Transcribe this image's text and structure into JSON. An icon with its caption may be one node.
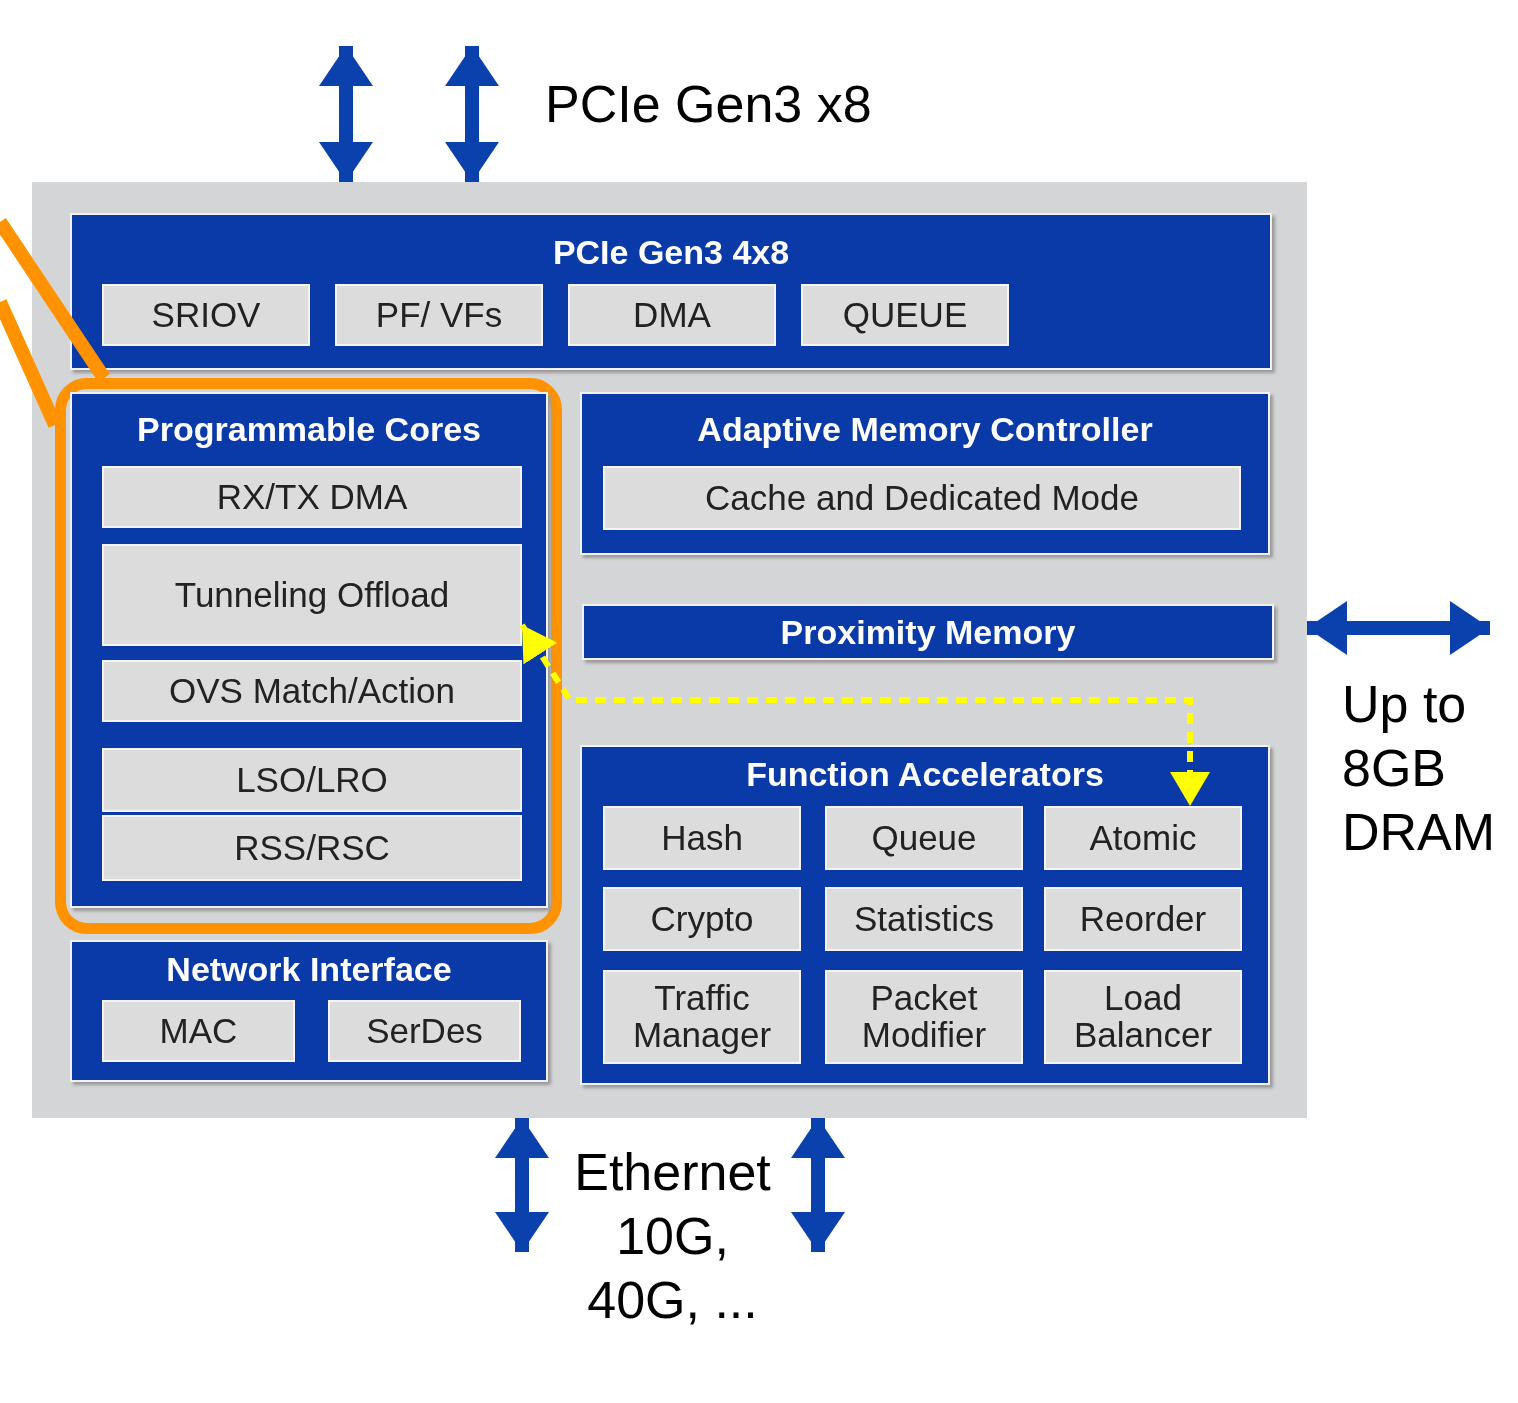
{
  "diagram": {
    "nodes": [
      {
        "text": [],
        "shape": "box"
      },
      {
        "text": [
          "PCIe Gen3 4x8"
        ],
        "in": 0
      },
      {
        "text": [
          "SRIOV"
        ],
        "in": 1
      },
      {
        "text": [
          "PF/ VFs"
        ],
        "in": 1
      },
      {
        "text": [
          "DMA"
        ],
        "in": 1
      },
      {
        "text": [
          "QUEUE"
        ],
        "in": 1
      },
      {
        "text": [],
        "shape": "box",
        "in": 0
      },
      {
        "text": [
          "Programmable Cores"
        ],
        "in": 6
      },
      {
        "text": [
          "RX/TX DMA"
        ],
        "in": 7
      },
      {
        "text": [
          "Tunneling Offload"
        ],
        "in": 7
      },
      {
        "text": [
          "OVS Match/Action"
        ],
        "in": 7
      },
      {
        "text": [
          "LSO/LRO"
        ],
        "in": 7
      },
      {
        "text": [
          "RSS/RSC"
        ],
        "in": 7
      },
      {
        "text": [
          "Adaptive Memory Controller"
        ],
        "in": 0
      },
      {
        "text": [
          "Cache and Dedicated Mode"
        ],
        "in": 13
      },
      {
        "text": [
          "Proximity Memory"
        ],
        "in": 0
      },
      {
        "text": [
          "Network Interface"
        ],
        "in": 0
      },
      {
        "text": [
          "MAC"
        ],
        "in": 16
      },
      {
        "text": [
          "SerDes"
        ],
        "in": 16
      },
      {
        "text": [
          "Function Accelerators"
        ],
        "in": 0
      },
      {
        "text": [
          "Hash"
        ],
        "in": 19
      },
      {
        "text": [
          "Queue"
        ],
        "in": 19
      },
      {
        "text": [
          "Atomic"
        ],
        "in": 19
      },
      {
        "text": [
          "Crypto"
        ],
        "in": 19
      },
      {
        "text": [
          "Statistics"
        ],
        "in": 19
      },
      {
        "text": [
          "Reorder"
        ],
        "in": 19
      },
      {
        "text": [
          "Traffic Manager"
        ],
        "in": 19
      },
      {
        "text": [
          "Packet Modifier"
        ],
        "in": 19
      },
      {
        "text": [
          "Load Balancer"
        ],
        "in": 19
      }
    ],
    "edges": [
      {
        "from": null,
        "to": 0,
        "arrow": "both"
      },
      {
        "from": null,
        "to": 0,
        "arrow": "both"
      },
      {
        "from": 0,
        "to": null,
        "arrow": "both"
      },
      {
        "from": 0,
        "to": null,
        "arrow": "both"
      },
      {
        "from": 0,
        "to": null,
        "arrow": "both"
      },
      {
        "from": 9,
        "to": 22,
        "arrow": "both",
        "style": "dashed",
        "color": "#ffff00"
      },
      {
        "from": null,
        "to": 6,
        "arrow": "none",
        "color": "#ff9200"
      },
      {
        "from": null,
        "to": 6,
        "arrow": "none",
        "color": "#ff9200"
      }
    ],
    "labels": [
      "PCIe Gen3 x8",
      "Up to 8GB DRAM",
      "Ethernet 10G, 40G, ..."
    ]
  }
}
